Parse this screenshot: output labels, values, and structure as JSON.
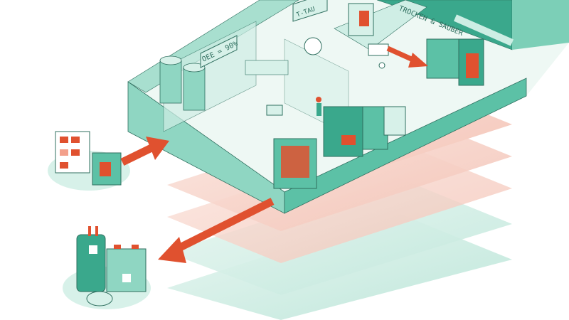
{
  "illustration": {
    "oee_sign": "OEE = 90%",
    "tau_sign": "T-TAU",
    "wall_text": "TROCKEN & SAUBER"
  },
  "colors": {
    "teal_dark": "#3aa88c",
    "teal_mid": "#8fd6c2",
    "teal_light": "#d7f1e9",
    "floor": "#eef8f4",
    "accent_red": "#e0512f",
    "pink_layer": "#f6cfc4",
    "outline": "#2f6f5f"
  },
  "icons": [
    "input-arrow-icon",
    "output-arrow-icon",
    "flow-arrow-icon",
    "raw-material-shelf-icon",
    "battery-cells-icon"
  ]
}
